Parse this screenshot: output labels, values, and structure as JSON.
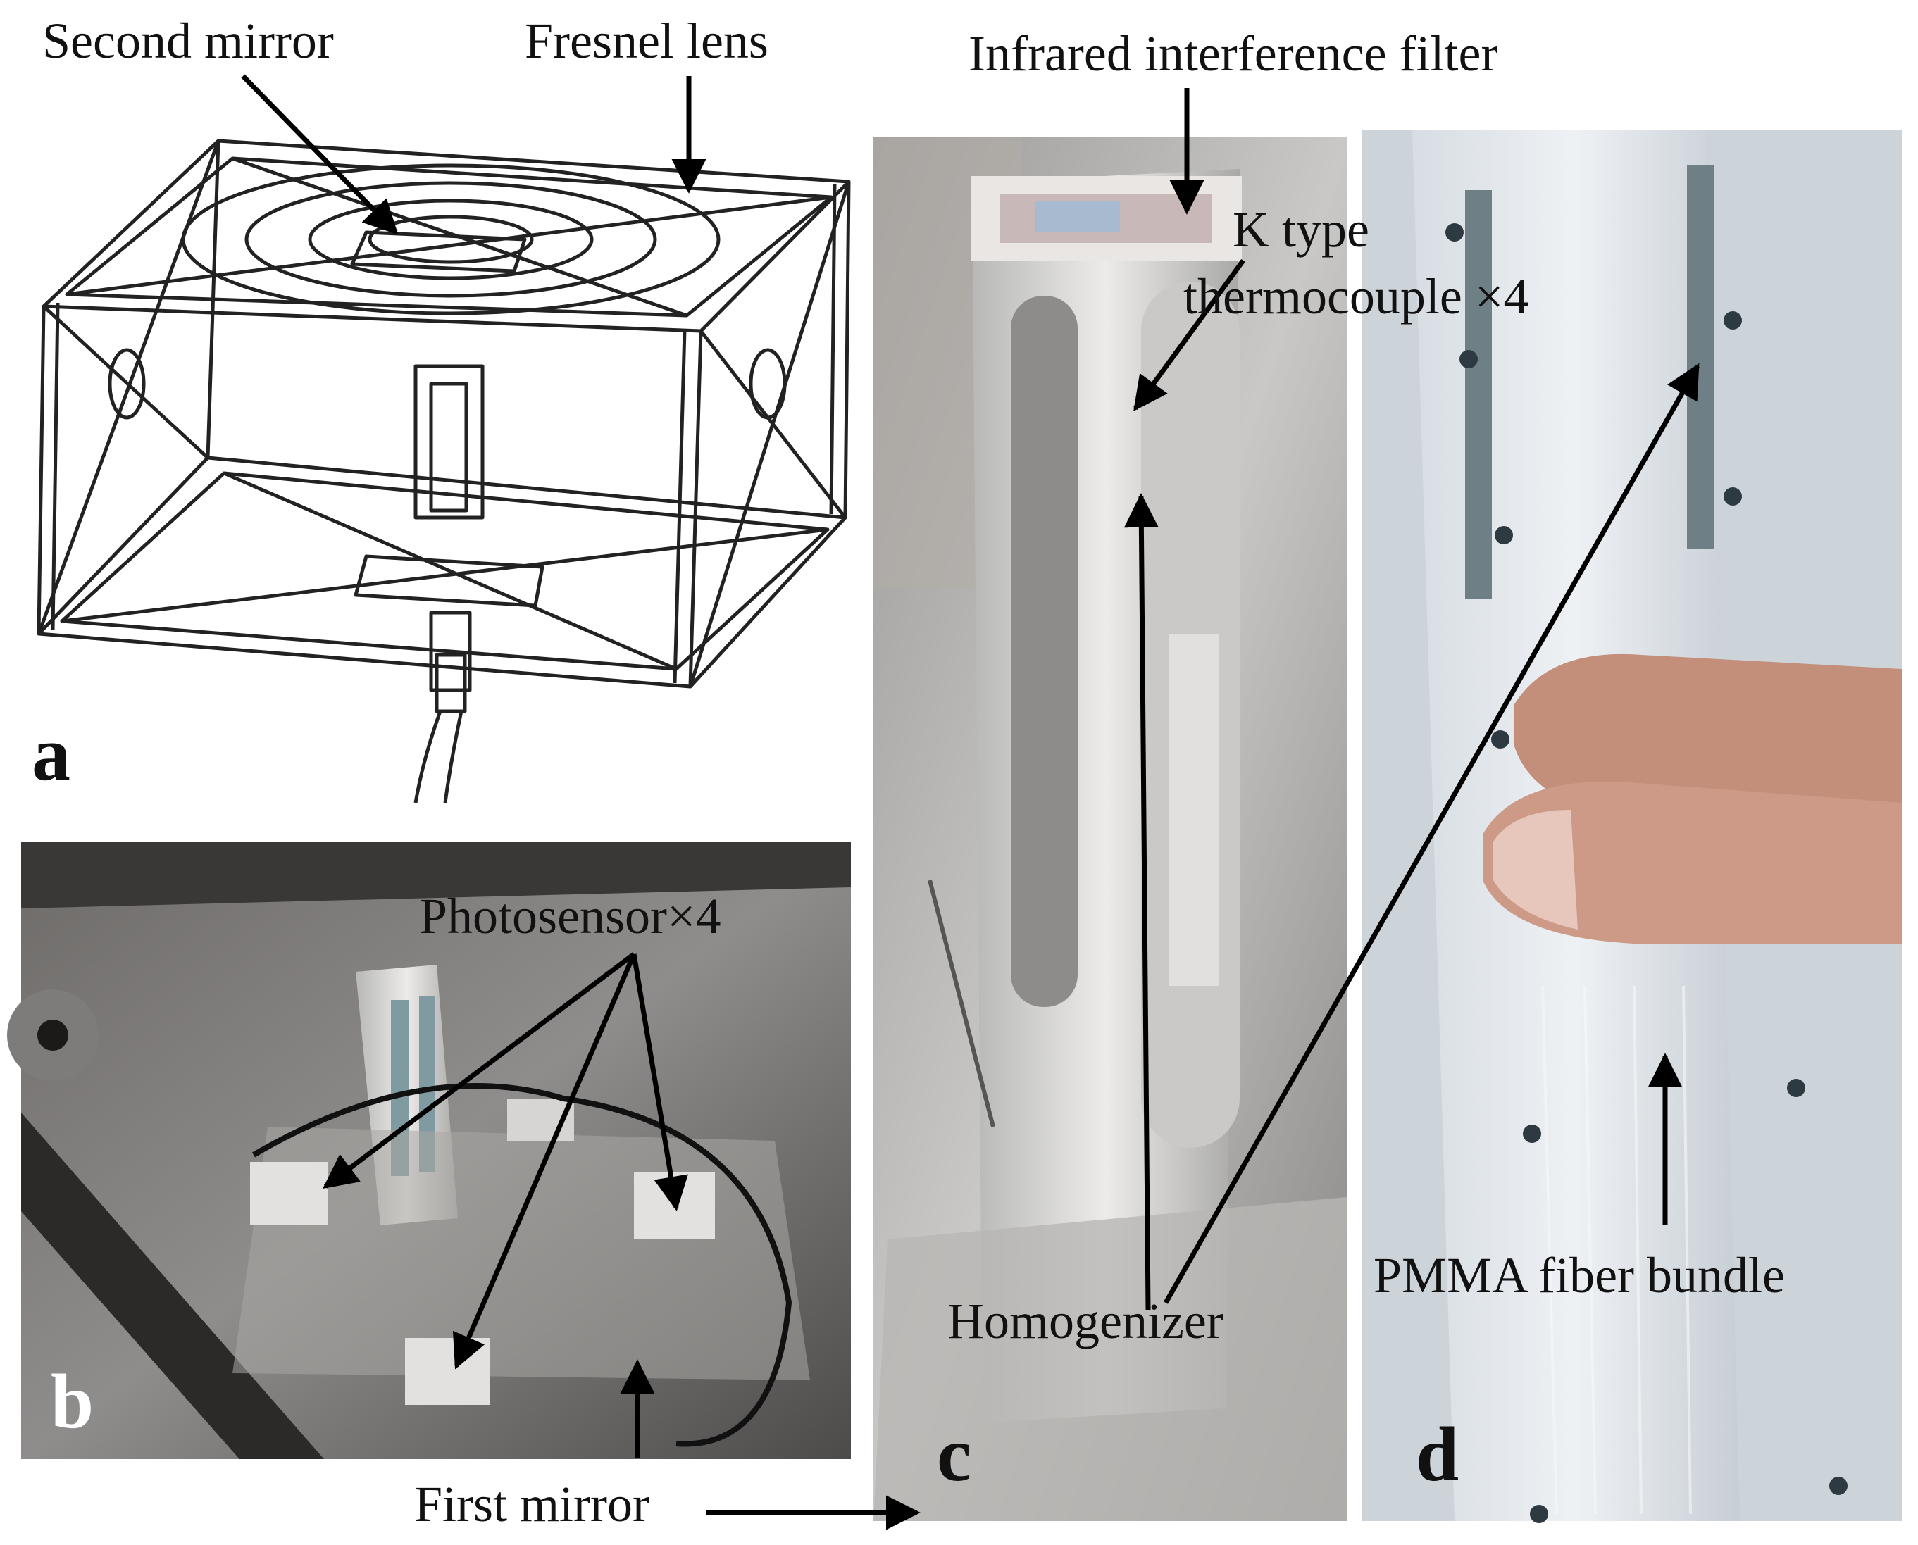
{
  "labels": {
    "second_mirror": "Second mirror",
    "fresnel_lens": "Fresnel lens",
    "ir_filter": "Infrared interference filter",
    "thermocouple_line1": "K type",
    "thermocouple_line2": "thermocouple ×4",
    "photosensor": "Photosensor×4",
    "homogenizer": "Homogenizer",
    "pmma": "PMMA fiber bundle",
    "first_mirror": "First mirror"
  },
  "panels": {
    "a": "a",
    "b": "b",
    "c": "c",
    "d": "d"
  }
}
